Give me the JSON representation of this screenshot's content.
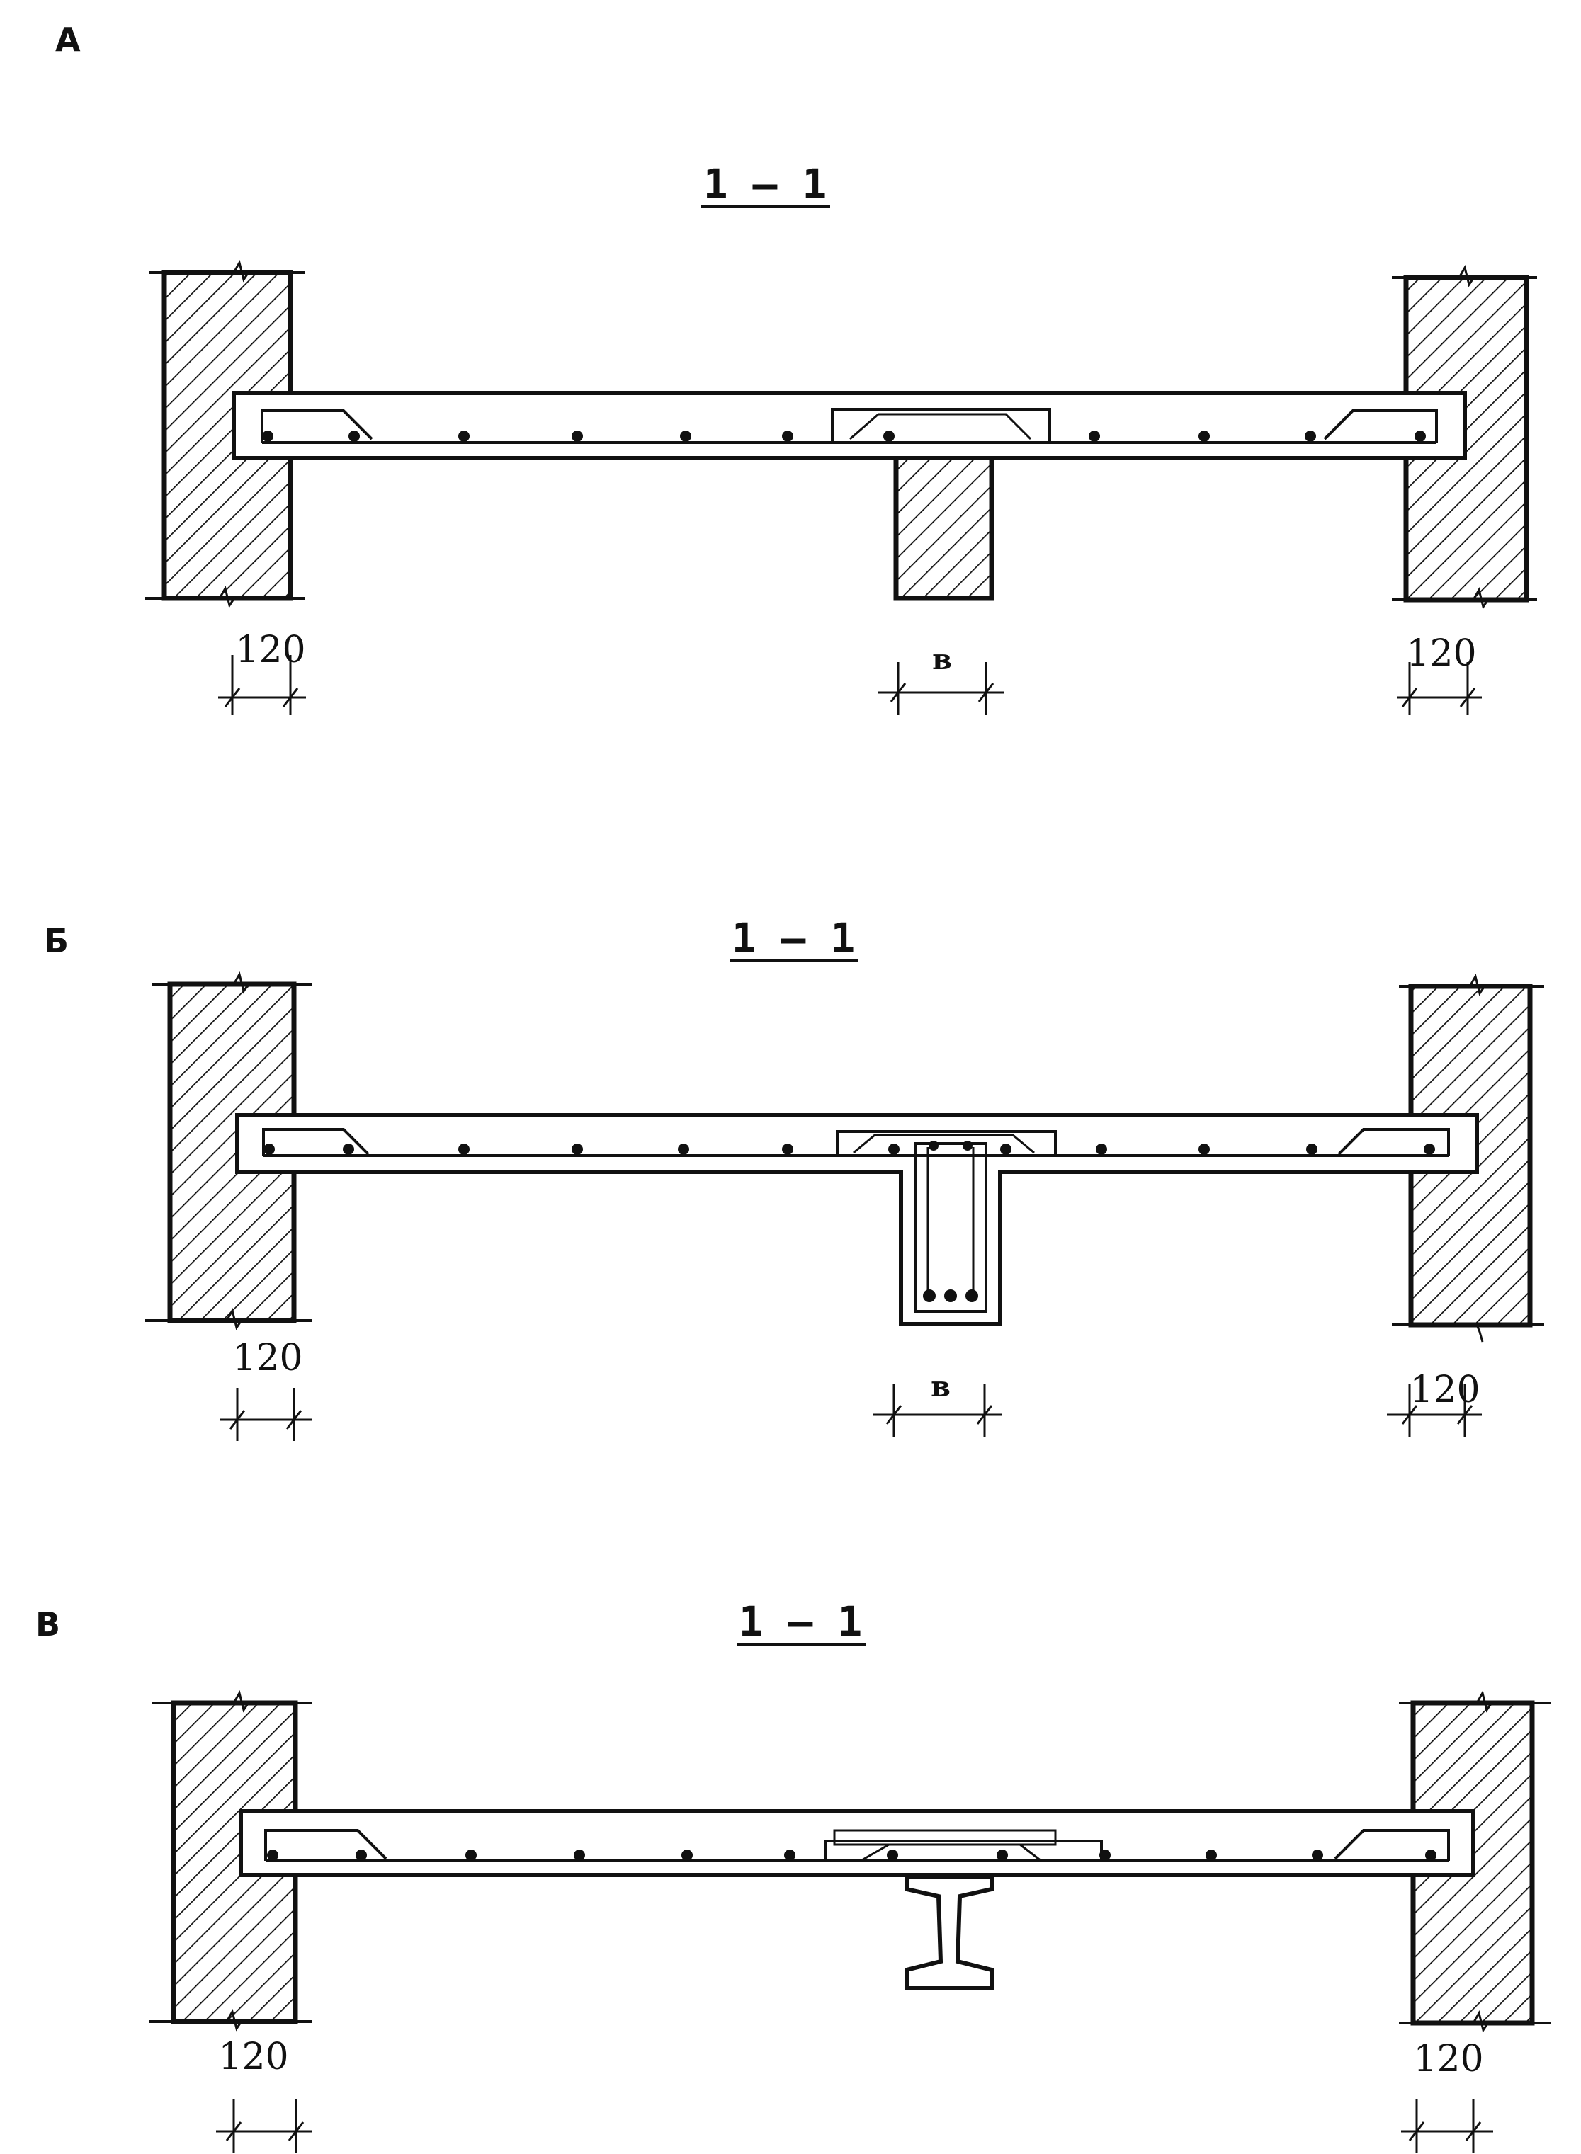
{
  "variants": [
    {
      "letter": "А",
      "section": "1 – 1",
      "dim_left": "120",
      "dim_mid": "в",
      "dim_right": "120"
    },
    {
      "letter": "Б",
      "section": "1 – 1",
      "dim_left": "120",
      "dim_mid": "в",
      "dim_right": "120"
    },
    {
      "letter": "В",
      "section": "1 – 1",
      "dim_left": "120",
      "dim_right": "120"
    }
  ],
  "colors": {
    "ink": "#111111",
    "paper": "#ffffff"
  },
  "support_types": [
    "wall",
    "rc-beam",
    "steel-i-beam"
  ]
}
